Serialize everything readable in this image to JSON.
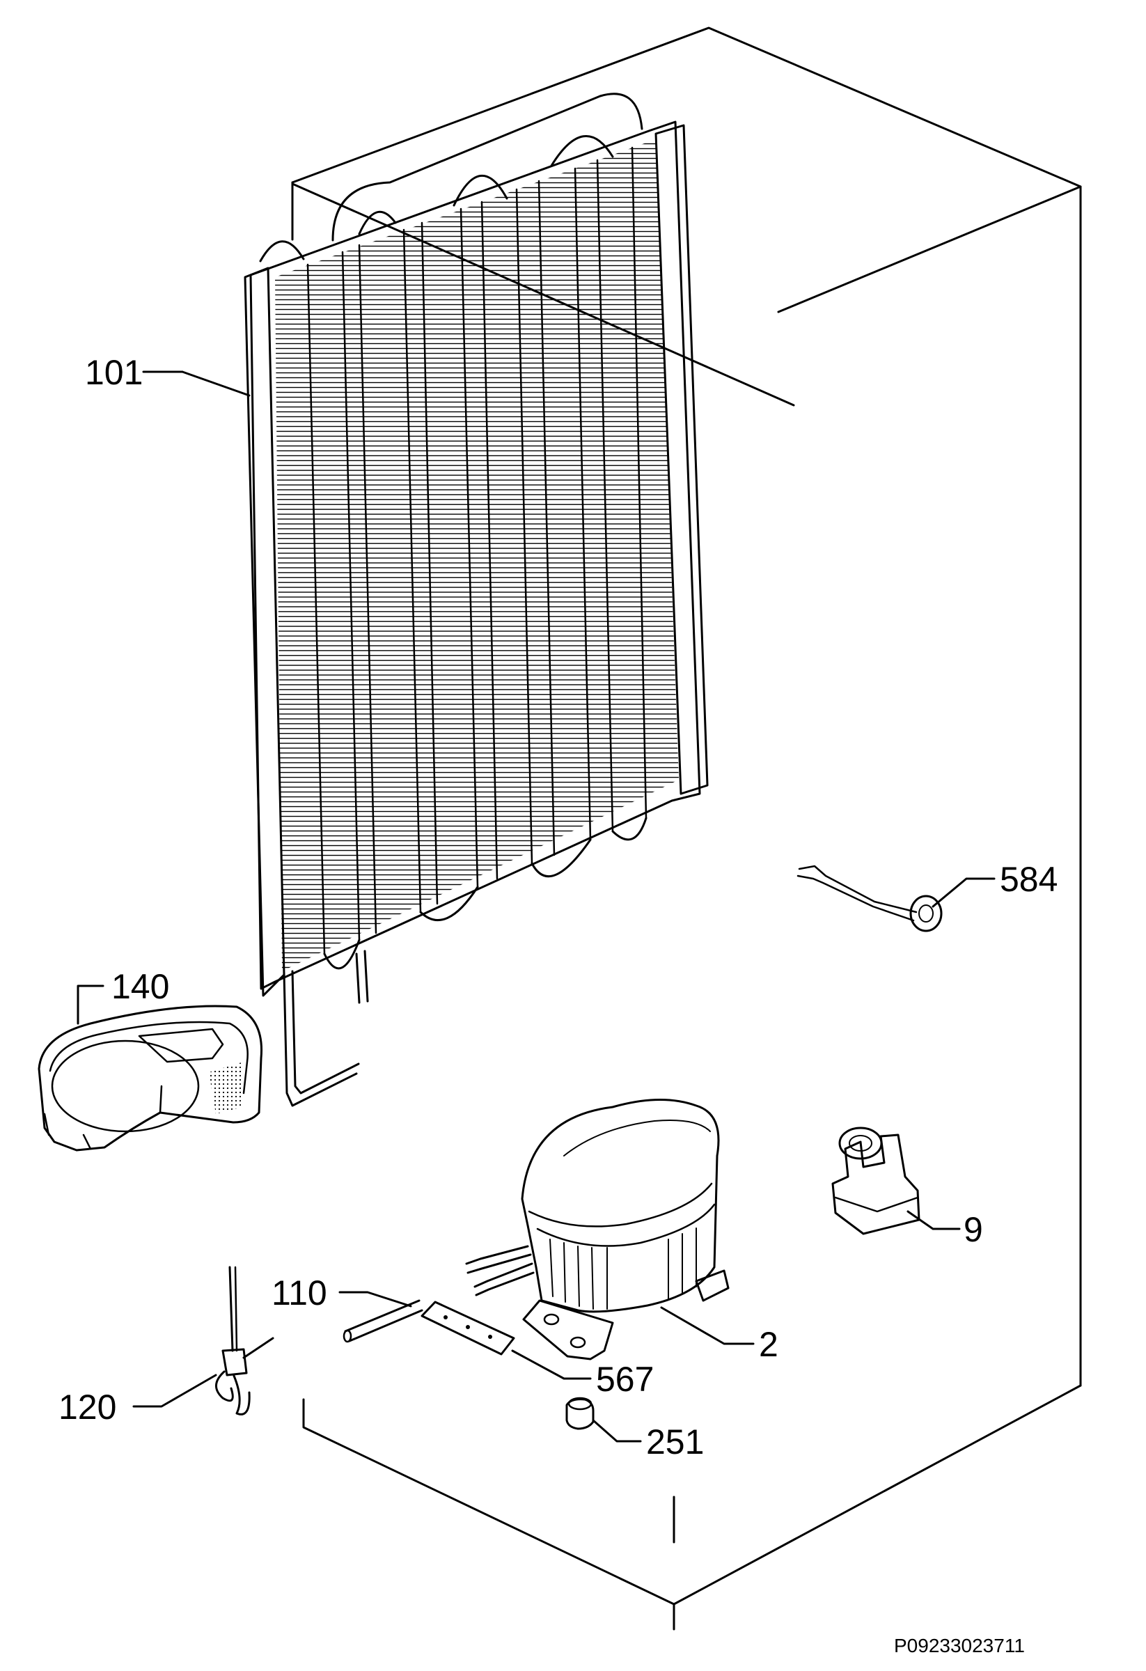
{
  "callouts": {
    "c101": "101",
    "c140": "140",
    "c584": "584",
    "c9": "9",
    "c110": "110",
    "c2": "2",
    "c567": "567",
    "c120": "120",
    "c251": "251"
  },
  "drawing_code": "P09233023711",
  "colors": {
    "line": "#000000",
    "background": "#ffffff"
  }
}
